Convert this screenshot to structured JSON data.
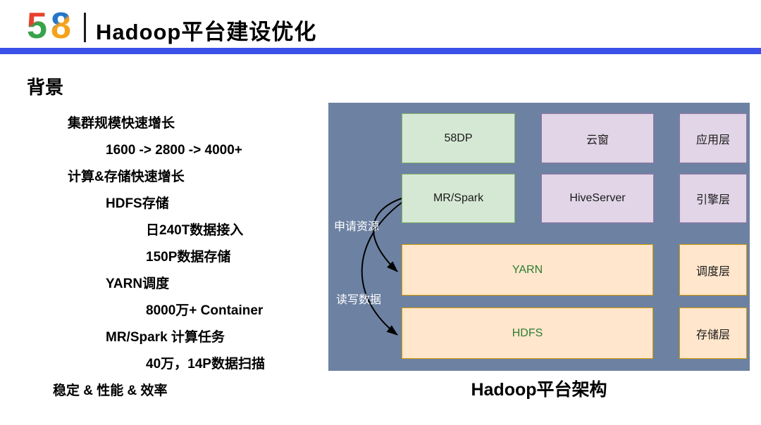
{
  "header": {
    "logo": {
      "digit_1": "5",
      "digit_2": "8"
    },
    "title": "Hadoop平台建设优化"
  },
  "colors": {
    "accent_bar": "#3a50e8",
    "panel_bg": "#6d82a2",
    "green_fill": "#d5e8d4",
    "green_border": "#82b366",
    "purple_fill": "#e1d5e7",
    "purple_border": "#9673a6",
    "orange_fill": "#ffe6cc",
    "orange_border": "#d79b00",
    "highlight_text": "#2e7d32"
  },
  "background_section": {
    "heading": "背景",
    "items": [
      {
        "level": 1,
        "text": "集群规模快速增长"
      },
      {
        "level": 2,
        "text": "1600 -> 2800 -> 4000+"
      },
      {
        "level": 1,
        "text": "计算&存储快速增长"
      },
      {
        "level": 2,
        "text": "HDFS存储"
      },
      {
        "level": 3,
        "text": "日240T数据接入"
      },
      {
        "level": 3,
        "text": "150P数据存储"
      },
      {
        "level": 2,
        "text": "YARN调度"
      },
      {
        "level": 3,
        "text": "8000万+ Container"
      },
      {
        "level": 2,
        "text": "MR/Spark 计算任务"
      },
      {
        "level": 3,
        "text": "40万，14P数据扫描"
      },
      {
        "level": 0,
        "text": "稳定 & 性能 & 效率"
      }
    ]
  },
  "diagram": {
    "caption": "Hadoop平台架构",
    "arrow_labels": {
      "apply_resources": "申请资源",
      "read_write_data": "读写数据"
    },
    "boxes": {
      "dp58": "58DP",
      "yun_chuang": "云窗",
      "app_layer": "应用层",
      "mr_spark": "MR/Spark",
      "hive_server": "HiveServer",
      "engine_layer": "引擎层",
      "yarn": "YARN",
      "scheduler_layer": "调度层",
      "hdfs": "HDFS",
      "storage_layer": "存储层"
    }
  }
}
